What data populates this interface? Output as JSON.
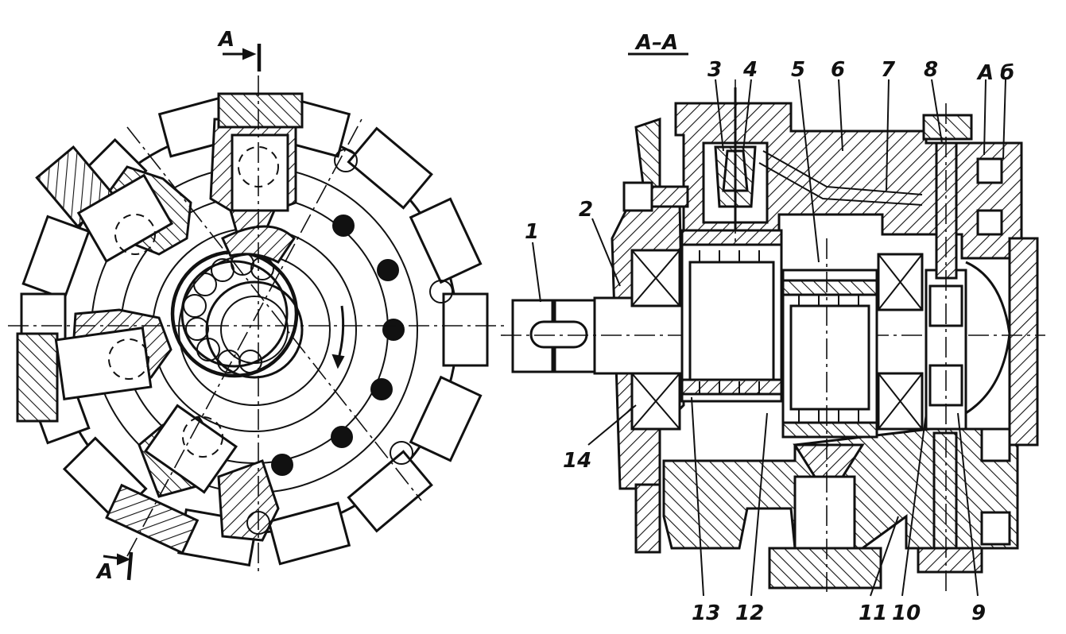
{
  "section_label": "А–А",
  "cut_marks": {
    "top": "А",
    "bottom": "А"
  },
  "callouts": [
    {
      "id": "c1",
      "text": "1"
    },
    {
      "id": "c2",
      "text": "2"
    },
    {
      "id": "c3",
      "text": "3"
    },
    {
      "id": "c4",
      "text": "4"
    },
    {
      "id": "c5",
      "text": "5"
    },
    {
      "id": "c6a",
      "text": "6"
    },
    {
      "id": "c7",
      "text": "7"
    },
    {
      "id": "c8",
      "text": "8"
    },
    {
      "id": "cA",
      "text": "А"
    },
    {
      "id": "c6b",
      "text": "б"
    },
    {
      "id": "c9",
      "text": "9"
    },
    {
      "id": "c10",
      "text": "10"
    },
    {
      "id": "c11",
      "text": "11"
    },
    {
      "id": "c12",
      "text": "12"
    },
    {
      "id": "c13",
      "text": "13"
    },
    {
      "id": "c14",
      "text": "14"
    }
  ]
}
